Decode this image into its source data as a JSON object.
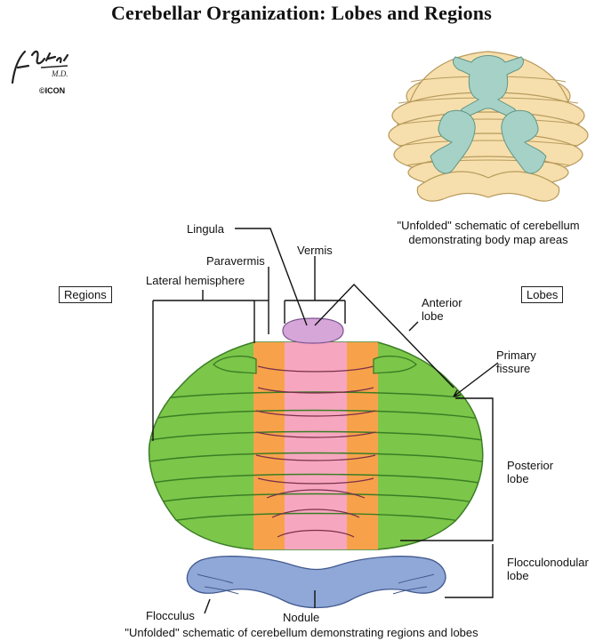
{
  "title": "Cerebellar Organization: Lobes and Regions",
  "signature": {
    "name": "F. Netter M.D.",
    "mark": "©ICON"
  },
  "top_caption": {
    "line1": "\"Unfolded\" schematic of cerebellum",
    "line2": "demonstrating body map areas"
  },
  "bottom_caption": "\"Unfolded\" schematic of cerebellum demonstrating regions and lobes",
  "boxes": {
    "regions": "Regions",
    "lobes": "Lobes"
  },
  "labels": {
    "lingula": "Lingula",
    "vermis": "Vermis",
    "paravermis": "Paravermis",
    "lateral_hemisphere": "Lateral hemisphere",
    "anterior_lobe_1": "Anterior",
    "anterior_lobe_2": "lobe",
    "primary_fissure_1": "Primary",
    "primary_fissure_2": "fissure",
    "posterior_lobe_1": "Posterior",
    "posterior_lobe_2": "lobe",
    "flocculonodular_lobe_1": "Flocculonodular",
    "flocculonodular_lobe_2": "lobe",
    "flocculus": "Flocculus",
    "nodule": "Nodule"
  },
  "colors": {
    "lateral_hemisphere": "#7cc64a",
    "paravermis": "#f7a24a",
    "vermis": "#f6a6bf",
    "lingula": "#d6a6d8",
    "flocculonodular": "#8fa8d8",
    "body_map_cerebellum": "#f6dfac",
    "body_map_figures": "#a6d1c6"
  }
}
